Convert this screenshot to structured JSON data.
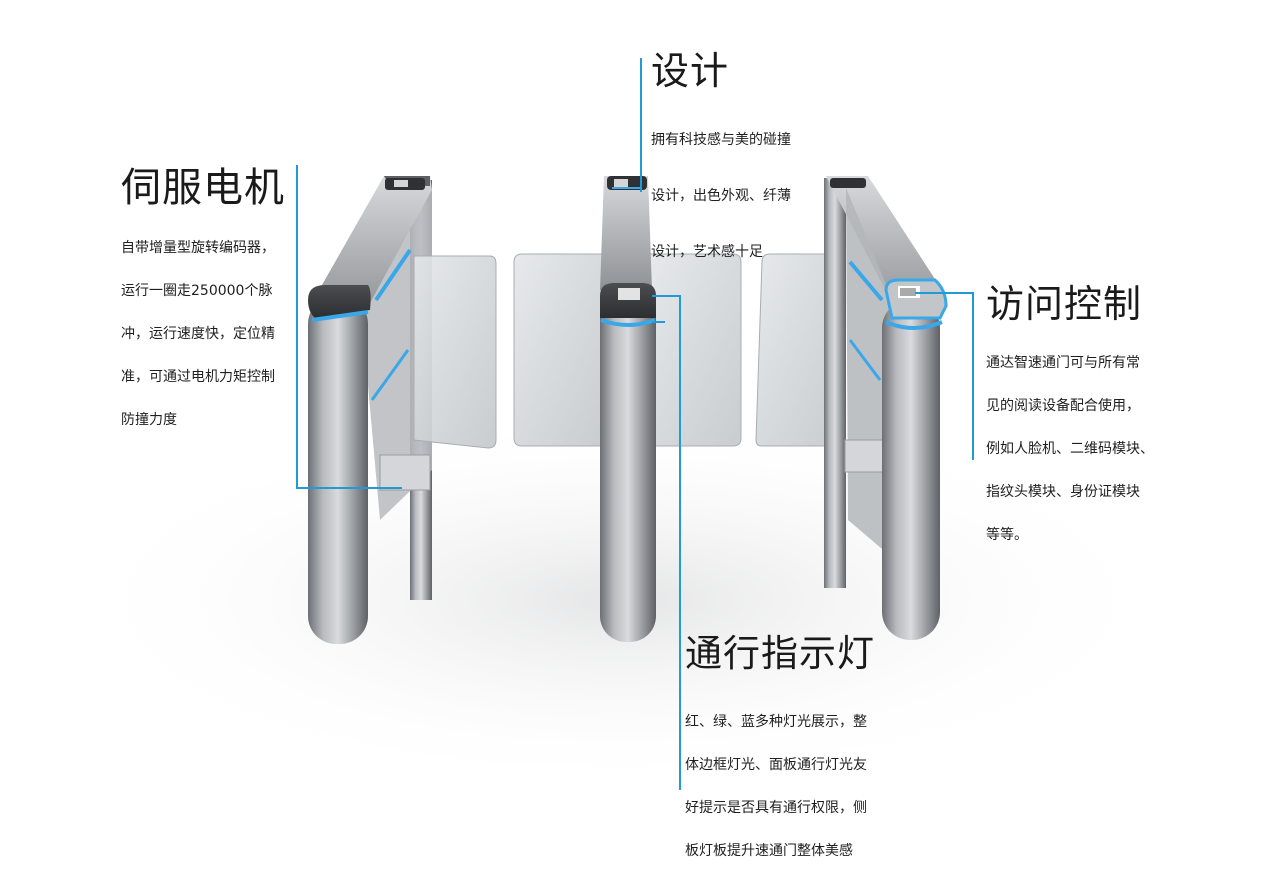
{
  "callouts": {
    "servo_motor": {
      "title": "伺服电机",
      "lines": [
        "自带增量型旋转编码器，",
        "运行一圈走250000个脉",
        "冲，运行速度快，定位精",
        "准，可通过电机力矩控制",
        "防撞力度"
      ]
    },
    "design": {
      "title": "设计",
      "lines": [
        "拥有科技感与美的碰撞",
        "设计，出色外观、纤薄",
        "设计，艺术感十足"
      ]
    },
    "access_control": {
      "title": "访问控制",
      "lines": [
        "通达智速通门可与所有常",
        "见的阅读设备配合使用，",
        "例如人脸机、二维码模块、",
        "指纹头模块、身份证模块",
        "等等。"
      ]
    },
    "indicator_light": {
      "title": "通行指示灯",
      "lines": [
        "红、绿、蓝多种灯光展示，整",
        "体边框灯光、面板通行灯光友",
        "好提示是否具有通行权限，侧",
        "板灯板提升速通门整体美感"
      ]
    }
  },
  "colors": {
    "accent_line": "#1f9bd6",
    "led_blue": "#3aa7e8",
    "steel": "#a9abaf",
    "glass": "#cfd3d6"
  },
  "icons": {
    "reader_panel": "card-reader-icon"
  }
}
